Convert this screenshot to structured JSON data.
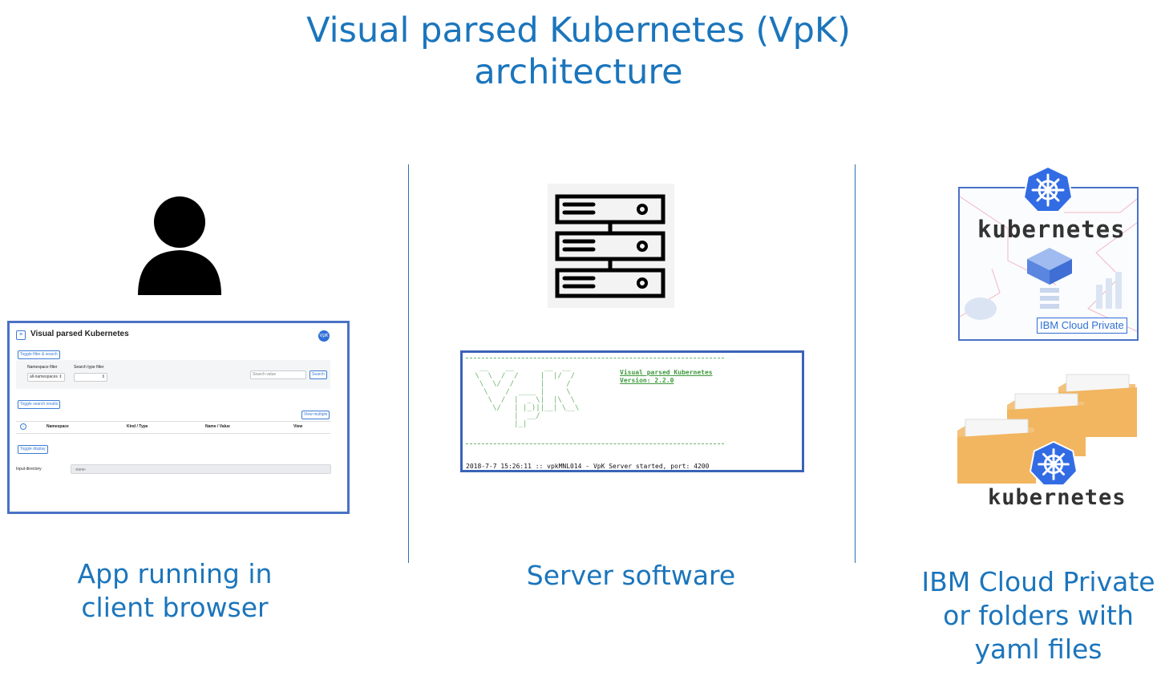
{
  "title": {
    "line1": "Visual parsed Kubernetes (VpK)",
    "line2": "architecture"
  },
  "captions": {
    "client": {
      "line1": "App running in",
      "line2": "client browser"
    },
    "server": {
      "line1": "Server software"
    },
    "source": {
      "line1": "IBM Cloud Private",
      "line2": "or folders with",
      "line3": "yaml files"
    }
  },
  "app_screenshot": {
    "menu_icon": "≡",
    "header_title": "Visual parsed Kubernetes",
    "badge": "VpK",
    "toggle_filter_label": "Toggle filter & search",
    "namespace_filter_label": "Namespace filter",
    "namespace_value": "all-namespaces ⇕",
    "search_type_label": "Search type filter",
    "search_type_value": "⇕",
    "search_placeholder": "Search value",
    "search_button": "Search",
    "toggle_results_label": "Toggle search results",
    "view_multiple_label": "View multiple",
    "info_icon": "i",
    "columns": [
      "Namespace",
      "Kind / Type",
      "Name / Value",
      "View"
    ],
    "toggle_display_label": "Toggle display",
    "input_directory_label": "Input directory",
    "input_directory_value": "-none-"
  },
  "terminal": {
    "ascii_art": "  __    __       __  __\n \\  \\  /  /     |  |/  /\n  \\  \\/  /      |     /\n   \\    /  ____ |     \\\n    \\  /  |  _ \\|  |\\  \\\n     \\/   | |_)||__| \\__\\\n          |  __/\n          |_|",
    "title_line1": "Visual parsed Kubernetes",
    "title_line2": "Version: 2.2.0",
    "log_line": "2018-7-7 15:26:11 :: vpkMNL014 - VpK Server started, port: 4200"
  },
  "k8s_card": {
    "logo_text": "kubernetes",
    "badge": "IBM Cloud Private"
  },
  "k8s_folders": {
    "logo_text": "kubernetes"
  },
  "icons": [
    "person-icon",
    "server-rack-icon",
    "kubernetes-helm-icon",
    "folder-icon"
  ],
  "colors": {
    "accent": "#1b75bc",
    "border": "#4a72c4",
    "k8s_blue": "#326ce5",
    "terminal_green": "#3e9a3e",
    "folder": "#f2b560"
  }
}
